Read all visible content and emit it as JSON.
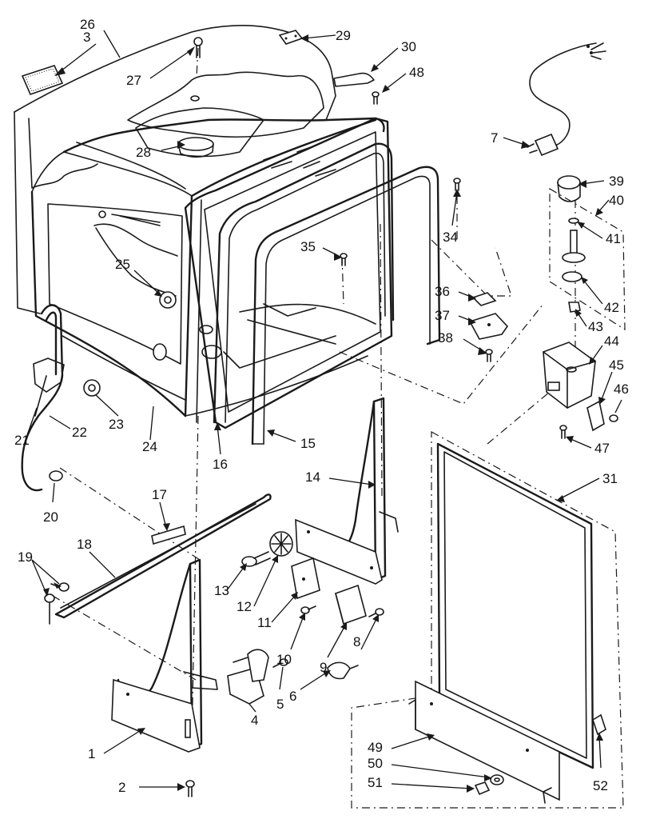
{
  "callouts": [
    {
      "id": "1",
      "label": "1"
    },
    {
      "id": "2",
      "label": "2"
    },
    {
      "id": "3",
      "label": "3"
    },
    {
      "id": "4",
      "label": "4"
    },
    {
      "id": "5",
      "label": "5"
    },
    {
      "id": "6",
      "label": "6"
    },
    {
      "id": "7",
      "label": "7"
    },
    {
      "id": "8",
      "label": "8"
    },
    {
      "id": "9",
      "label": "9"
    },
    {
      "id": "10",
      "label": "10"
    },
    {
      "id": "11",
      "label": "11"
    },
    {
      "id": "12",
      "label": "12"
    },
    {
      "id": "13",
      "label": "13"
    },
    {
      "id": "14",
      "label": "14"
    },
    {
      "id": "15",
      "label": "15"
    },
    {
      "id": "16",
      "label": "16"
    },
    {
      "id": "17",
      "label": "17"
    },
    {
      "id": "18",
      "label": "18"
    },
    {
      "id": "19",
      "label": "19"
    },
    {
      "id": "20",
      "label": "20"
    },
    {
      "id": "21",
      "label": "21"
    },
    {
      "id": "22",
      "label": "22"
    },
    {
      "id": "23",
      "label": "23"
    },
    {
      "id": "24",
      "label": "24"
    },
    {
      "id": "25",
      "label": "25"
    },
    {
      "id": "26",
      "label": "26"
    },
    {
      "id": "27",
      "label": "27"
    },
    {
      "id": "28",
      "label": "28"
    },
    {
      "id": "29",
      "label": "29"
    },
    {
      "id": "30",
      "label": "30"
    },
    {
      "id": "31",
      "label": "31"
    },
    {
      "id": "34",
      "label": "34"
    },
    {
      "id": "35",
      "label": "35"
    },
    {
      "id": "36",
      "label": "36"
    },
    {
      "id": "37",
      "label": "37"
    },
    {
      "id": "38",
      "label": "38"
    },
    {
      "id": "39",
      "label": "39"
    },
    {
      "id": "40",
      "label": "40"
    },
    {
      "id": "41",
      "label": "41"
    },
    {
      "id": "42",
      "label": "42"
    },
    {
      "id": "43",
      "label": "43"
    },
    {
      "id": "44",
      "label": "44"
    },
    {
      "id": "45",
      "label": "45"
    },
    {
      "id": "46",
      "label": "46"
    },
    {
      "id": "47",
      "label": "47"
    },
    {
      "id": "48",
      "label": "48"
    },
    {
      "id": "49",
      "label": "49"
    },
    {
      "id": "50",
      "label": "50"
    },
    {
      "id": "51",
      "label": "51"
    },
    {
      "id": "52",
      "label": "52"
    }
  ]
}
